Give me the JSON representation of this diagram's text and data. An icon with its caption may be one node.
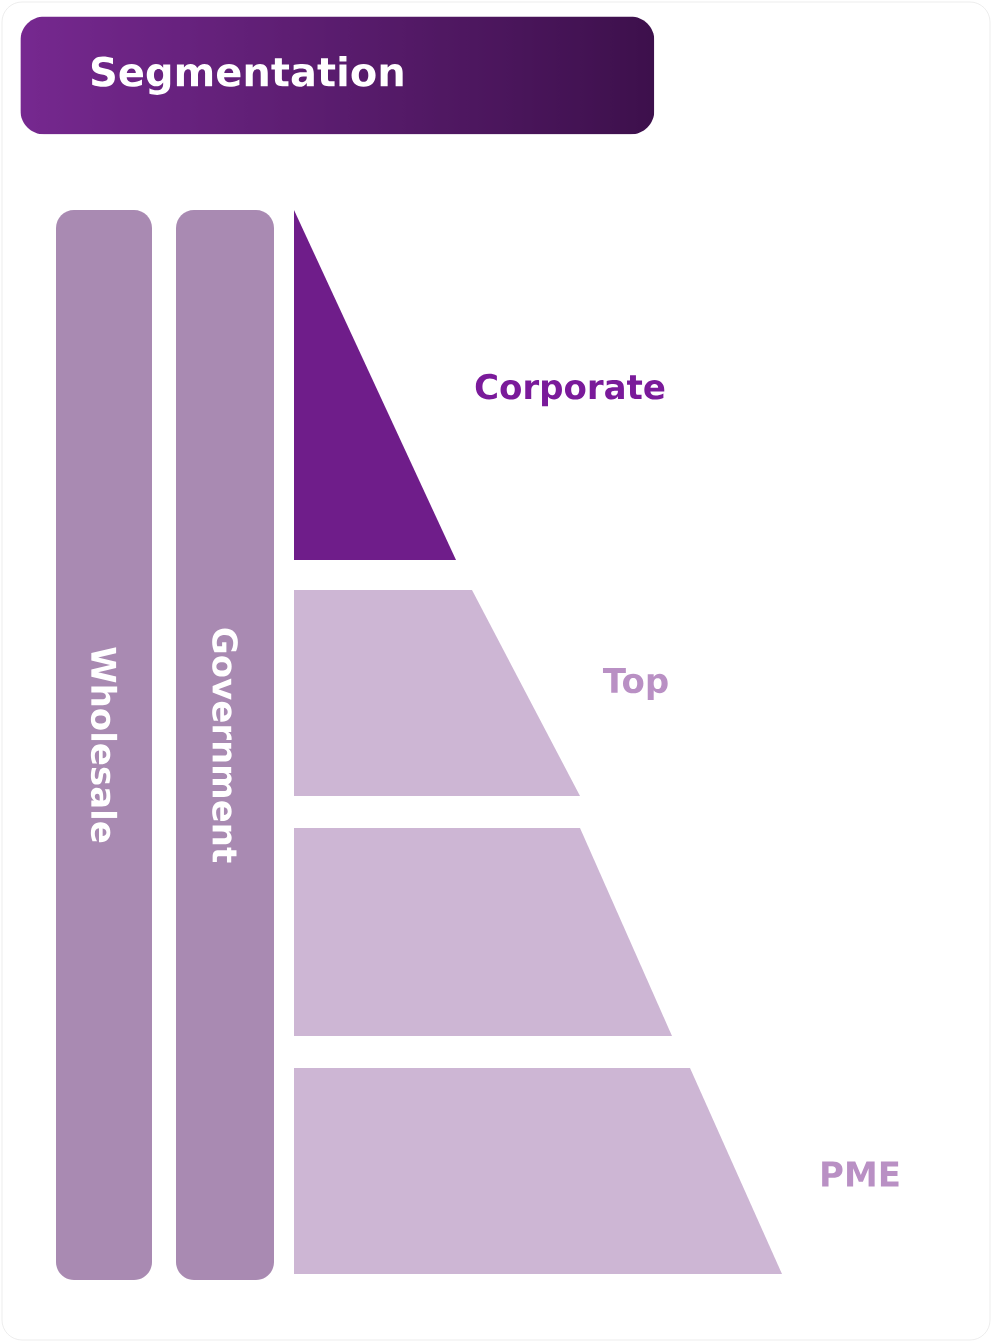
{
  "diagram": {
    "title": "Segmentation",
    "nodes": [
      {
        "text": [
          "Wholesale"
        ]
      },
      {
        "text": [
          "Government"
        ]
      },
      {
        "text": [
          "Corporate"
        ]
      },
      {
        "text": [
          "Top"
        ]
      },
      {
        "text": [],
        "shape": "trapezoid"
      },
      {
        "text": [
          "PME"
        ]
      }
    ]
  }
}
